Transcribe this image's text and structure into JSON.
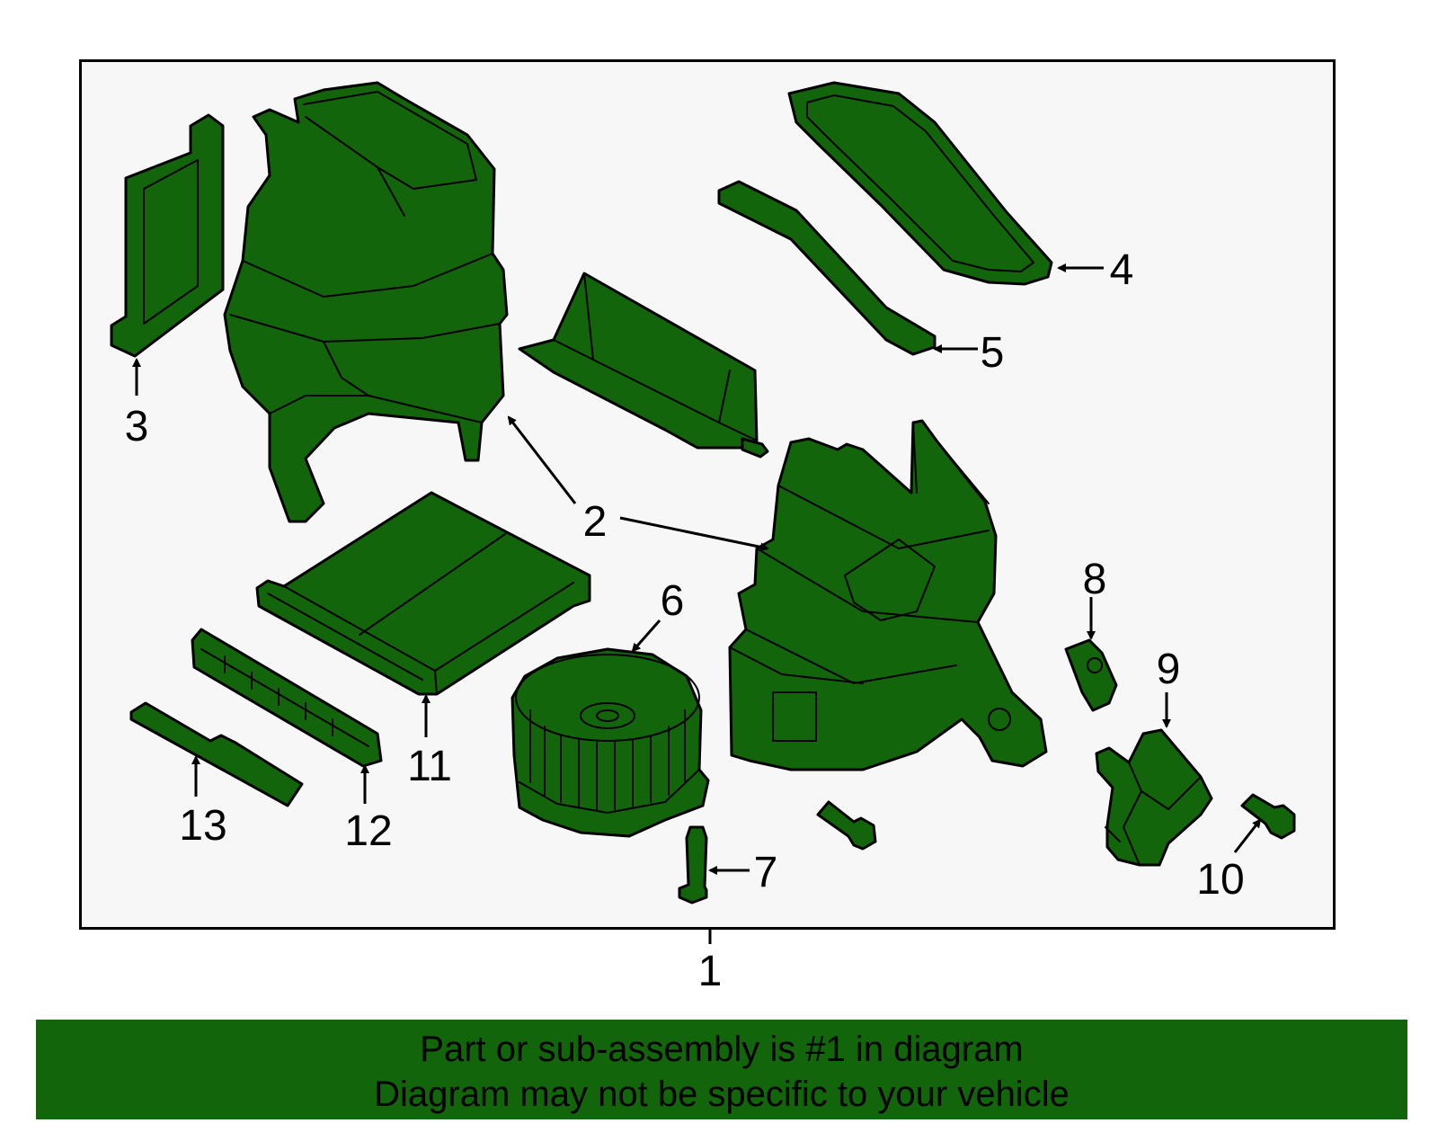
{
  "colors": {
    "part_fill": "#12650a",
    "banner_fill": "#12650a",
    "frame_background": "#f7f7f7",
    "outline": "#000000"
  },
  "callouts": {
    "c1": "1",
    "c2": "2",
    "c3": "3",
    "c4": "4",
    "c5": "5",
    "c6": "6",
    "c7": "7",
    "c8": "8",
    "c9": "9",
    "c10": "10",
    "c11": "11",
    "c12": "12",
    "c13": "13"
  },
  "note": {
    "line1": "Part or sub-assembly is #1 in diagram",
    "line2": "Diagram may not be specific to your vehicle"
  }
}
